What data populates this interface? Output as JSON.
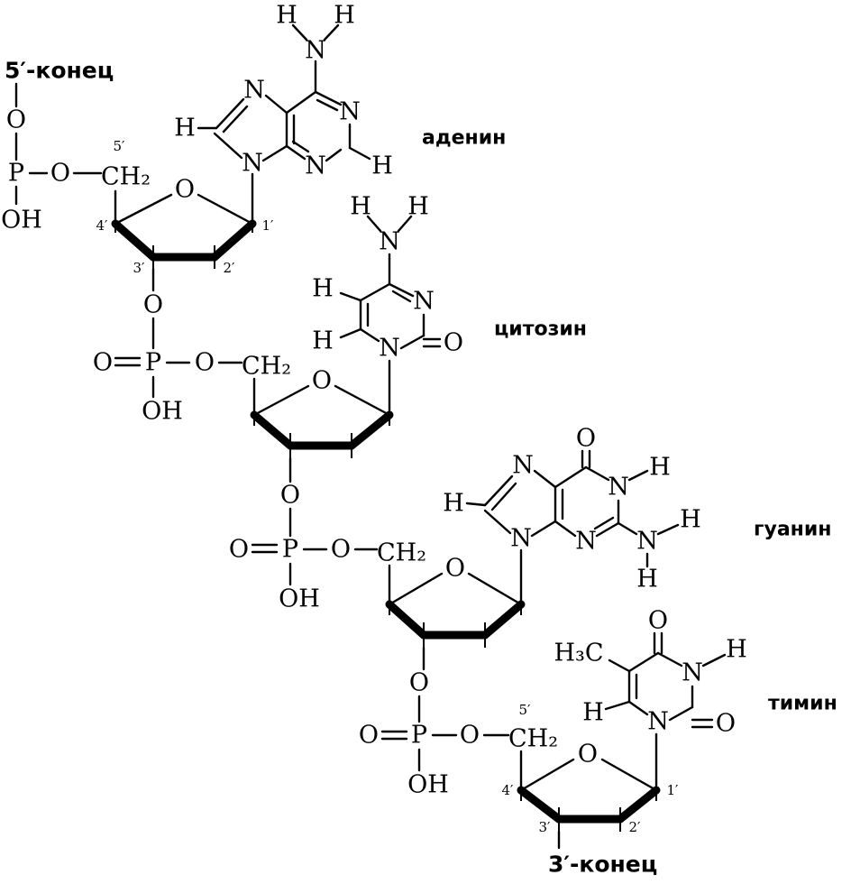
{
  "ends": {
    "five_prime": "5′-конец",
    "three_prime": "3′-конец"
  },
  "bases": {
    "adenine": "аденин",
    "cytosine": "цитозин",
    "guanine": "гуанин",
    "thymine": "тимин"
  },
  "atoms": {
    "P": "P",
    "O": "O",
    "OH": "OH",
    "CH2": "CH₂",
    "N": "N",
    "H": "H",
    "methyl": "H₃C",
    "double_O": "O="
  },
  "positions": {
    "p1": "1′",
    "p2": "2′",
    "p3": "3′",
    "p4": "4′",
    "p5": "5′"
  }
}
